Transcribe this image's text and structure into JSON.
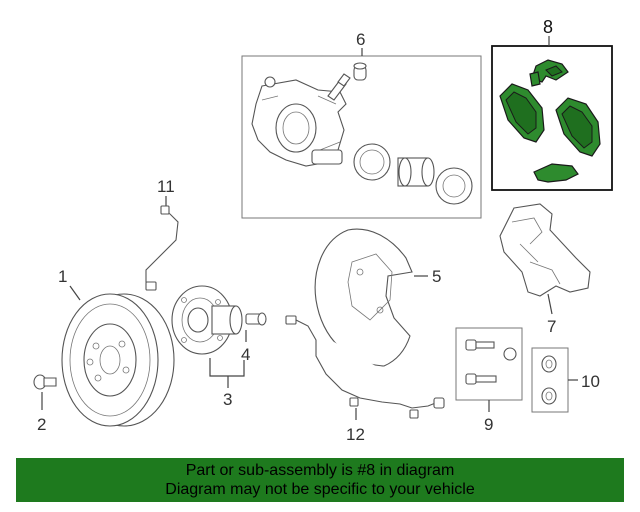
{
  "diagram": {
    "callouts": {
      "c1": "1",
      "c2": "2",
      "c3": "3",
      "c4": "4",
      "c5": "5",
      "c6": "6",
      "c7": "7",
      "c8": "8",
      "c9": "9",
      "c10": "10",
      "c11": "11",
      "c12": "12"
    },
    "highlighted_part": "8",
    "highlight_color": "#2e8b2e"
  },
  "banner": {
    "line1": "Part or sub-assembly is #8 in diagram",
    "line2": "Diagram may not be specific to your vehicle",
    "background": "#1e7a1e"
  }
}
